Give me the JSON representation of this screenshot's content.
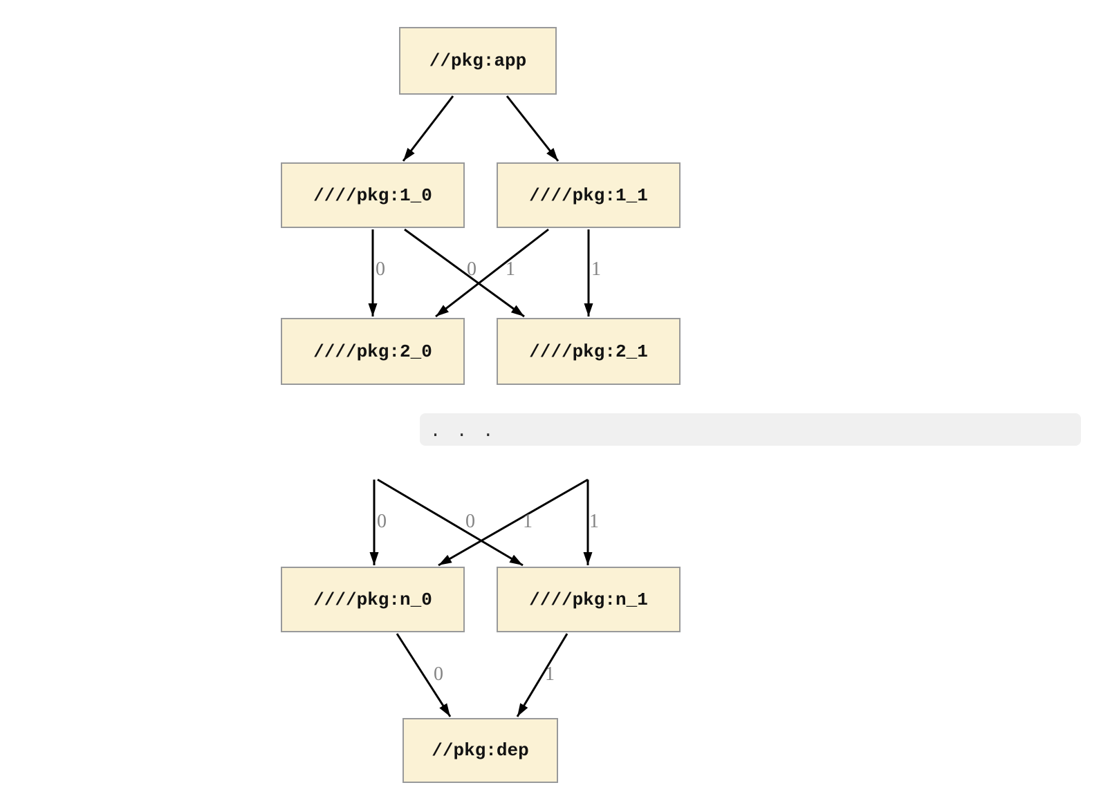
{
  "diagram": {
    "nodes": {
      "app": {
        "label": "//pkg:app"
      },
      "1_0": {
        "label": "////pkg:1_0"
      },
      "1_1": {
        "label": "////pkg:1_1"
      },
      "2_0": {
        "label": "////pkg:2_0"
      },
      "2_1": {
        "label": "////pkg:2_1"
      },
      "n_0": {
        "label": "////pkg:n_0"
      },
      "n_1": {
        "label": "////pkg:n_1"
      },
      "dep": {
        "label": "//pkg:dep"
      }
    },
    "ellipsis": ". . .",
    "edges": [
      {
        "from": "app",
        "to": "1_0",
        "label": ""
      },
      {
        "from": "app",
        "to": "1_1",
        "label": ""
      },
      {
        "from": "1_0",
        "to": "2_0",
        "label": "0"
      },
      {
        "from": "1_0",
        "to": "2_1",
        "label": "1"
      },
      {
        "from": "1_1",
        "to": "2_0",
        "label": "0"
      },
      {
        "from": "1_1",
        "to": "2_1",
        "label": "1"
      },
      {
        "from": "...",
        "to": "n_0",
        "label": "0"
      },
      {
        "from": "...",
        "to": "n_1",
        "label": "1"
      },
      {
        "from": "...",
        "to": "n_0",
        "label": "0"
      },
      {
        "from": "...",
        "to": "n_1",
        "label": "1"
      },
      {
        "from": "n_0",
        "to": "dep",
        "label": "0"
      },
      {
        "from": "n_1",
        "to": "dep",
        "label": "1"
      }
    ],
    "colors": {
      "node_fill": "#FBF2D5",
      "node_border": "#98999A",
      "edge_line": "#000000",
      "edge_label": "#848484",
      "ellipsis_bar": "#F0F0F0",
      "ellipsis_dots": "#2E2E2E"
    }
  }
}
